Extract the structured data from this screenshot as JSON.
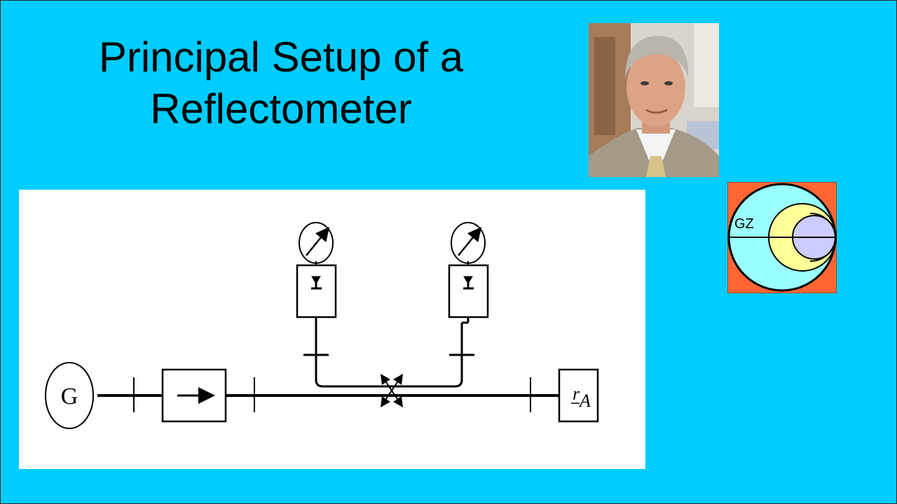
{
  "slide": {
    "title_line1": "Principal Setup of a",
    "title_line2": "Reflectometer"
  },
  "logo": {
    "text": "GZ",
    "colors": {
      "background": "#ff6633",
      "disc": "#99ffff",
      "crescent": "#ffff99",
      "inner": "#ccccff"
    }
  },
  "diagram": {
    "generator_label": "G",
    "load_label_r": "r",
    "load_label_sub": "A"
  },
  "colors": {
    "background": "#00ccff",
    "panel": "#ffffff"
  }
}
